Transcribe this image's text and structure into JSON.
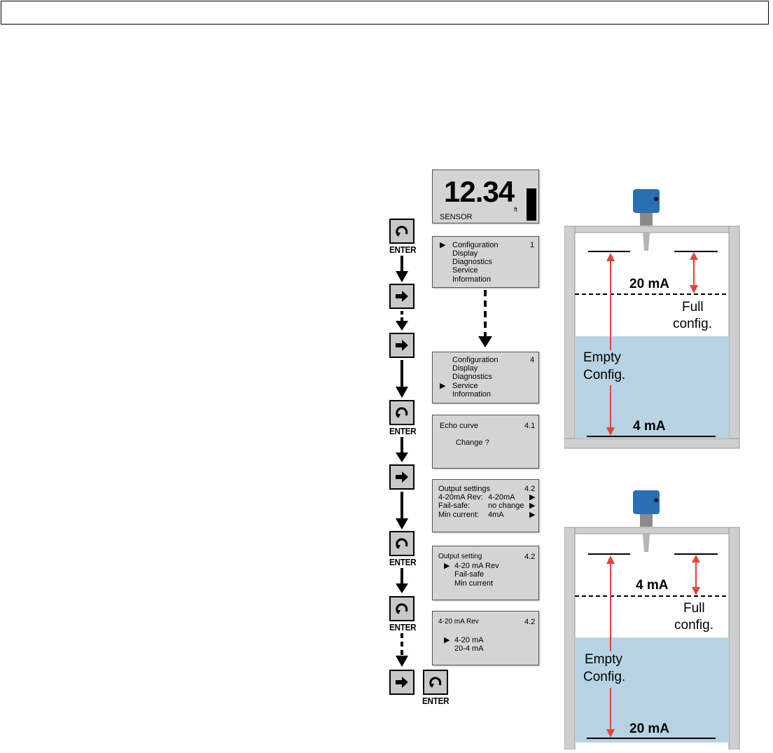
{
  "main_display": {
    "value": "12.34",
    "unit": "ft",
    "label": "SENSOR"
  },
  "menu_1": {
    "items": [
      "Configuration",
      "Display",
      "Diagnostics",
      "Service",
      "Information"
    ],
    "selected_marker": "▶",
    "page": "1"
  },
  "menu_4": {
    "items": [
      "Configuration",
      "Display",
      "Diagnostics",
      "Service",
      "Information"
    ],
    "selected_marker": "▶",
    "page": "4"
  },
  "echo_screen": {
    "title": "Echo curve",
    "page": "4.1",
    "prompt": "Change ?"
  },
  "output_settings_screen": {
    "title": "Output settings",
    "page": "4.2",
    "rows": [
      {
        "label": "4-20mA Rev:",
        "value": "4-20mA",
        "arrow": "▶"
      },
      {
        "label": "Fail-safe:",
        "value": "no change",
        "arrow": "▶"
      },
      {
        "label": "Min current:",
        "value": "4mA",
        "arrow": "▶"
      }
    ]
  },
  "output_setting_screen": {
    "title": "Output setting",
    "page": "4.2",
    "items": [
      "4-20 mA Rev",
      "Fail-safe",
      "Min current"
    ],
    "selected_marker": "▶"
  },
  "rev_screen": {
    "title": "4-20 mA Rev",
    "page": "4.2",
    "items": [
      "4-20 mA",
      "20-4 mA"
    ],
    "selected_marker": "▶"
  },
  "buttons": {
    "enter_label": "ENTER"
  },
  "tank_top": {
    "top_current": "20 mA",
    "bottom_current": "4 mA",
    "full_label_line1": "Full",
    "full_label_line2": "config.",
    "empty_label_line1": "Empty",
    "empty_label_line2": "Config."
  },
  "tank_bottom": {
    "top_current": "4 mA",
    "bottom_current": "20 mA",
    "full_label_line1": "Full",
    "full_label_line2": "config.",
    "empty_label_line1": "Empty",
    "empty_label_line2": "Config."
  },
  "colors": {
    "lcd_bg": "#d4d4d4",
    "liquid": "#b7d3e3",
    "arrow_red": "#e0443a",
    "sensor_blue": "#2a6fb4",
    "wall": "#cfcfcf"
  }
}
